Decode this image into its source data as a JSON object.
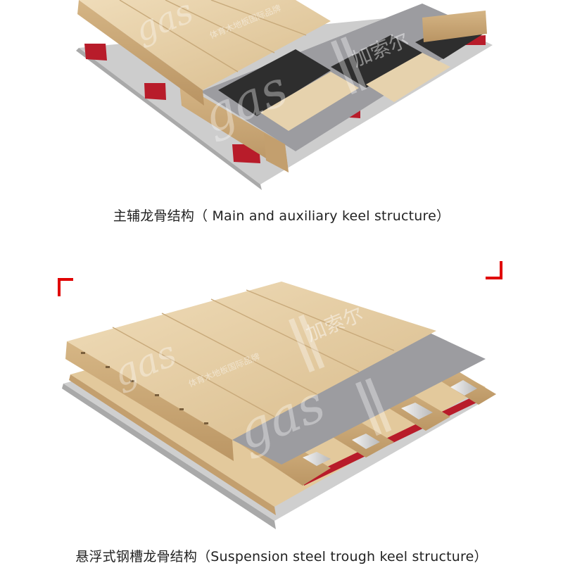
{
  "figure1": {
    "caption": "主辅龙骨结构（ Main and auxiliary keel structure）"
  },
  "figure2": {
    "caption": "悬浮式钢槽龙骨结构（Suspension steel trough keel structure）"
  },
  "watermark": {
    "logo_text": "gas⊘ll",
    "chinese_brand": "加索尔",
    "tagline": "体育木地板国际品牌"
  },
  "colors": {
    "accent_red": "#e00000",
    "wood_light": "#e2c9a1",
    "wood_side": "#c9a878",
    "membrane": "#9c9ca0",
    "rubber_pad": "#b81c2a",
    "base_slab": "#c8c8c8",
    "steel": "#d7d7d7"
  }
}
